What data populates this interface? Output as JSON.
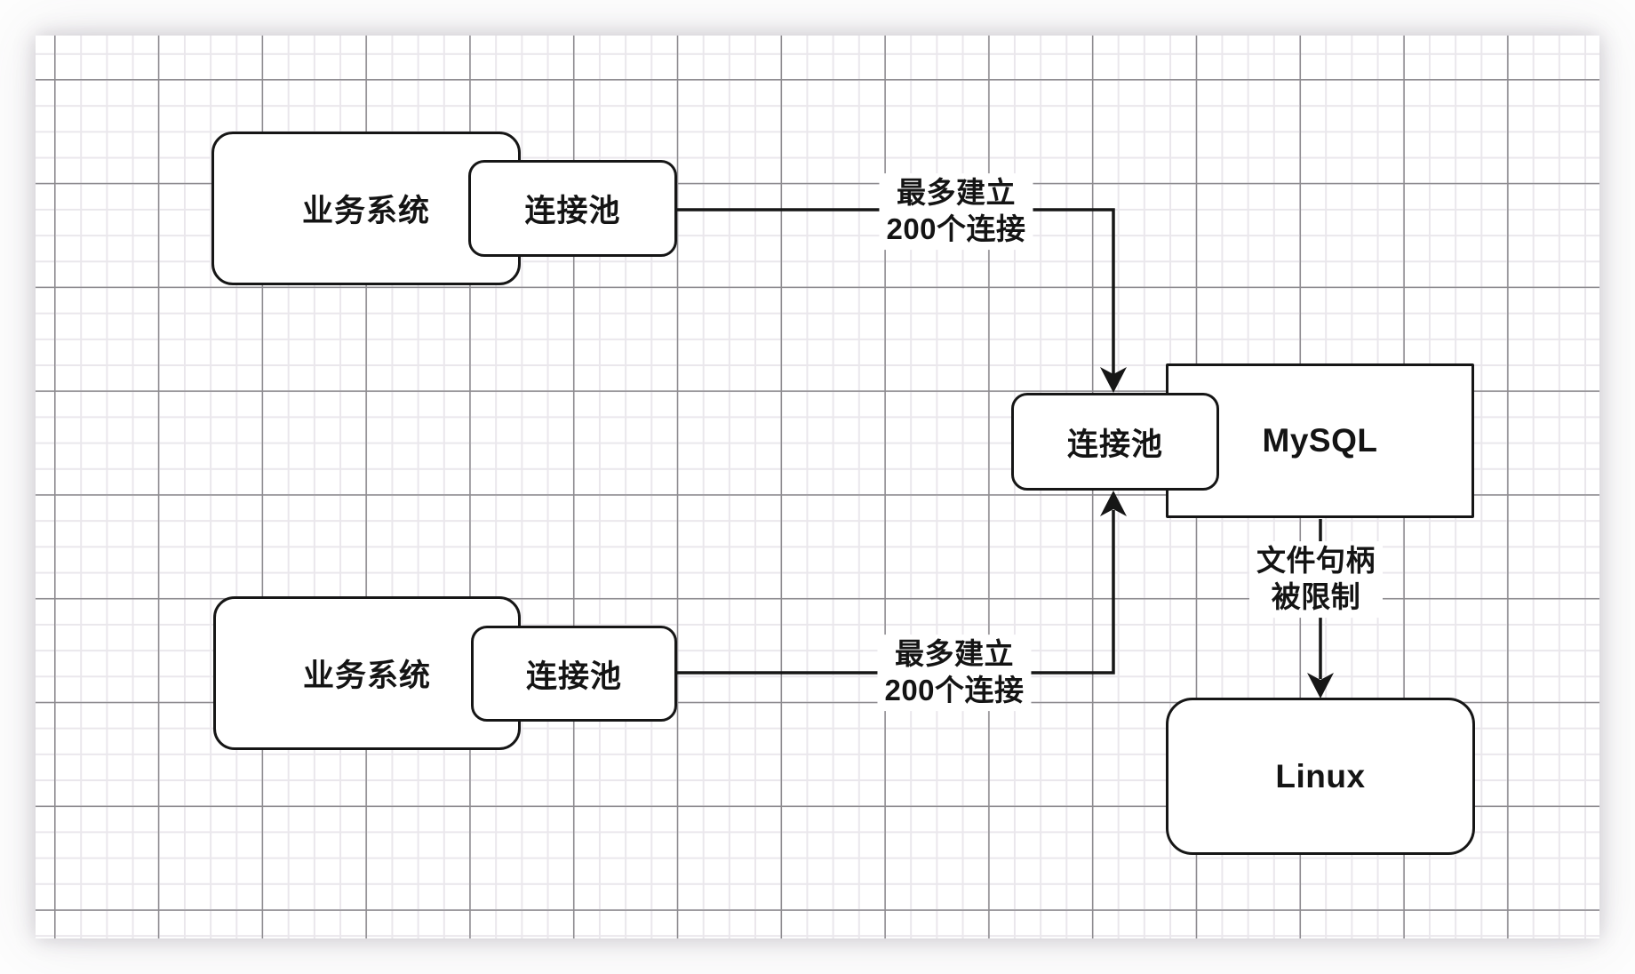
{
  "diagram": {
    "title": "connection-pool-architecture",
    "nodes": {
      "biz_top": {
        "label": "业务系统"
      },
      "pool_top": {
        "label": "连接池"
      },
      "biz_bottom": {
        "label": "业务系统"
      },
      "pool_bottom": {
        "label": "连接池"
      },
      "pool_center": {
        "label": "连接池"
      },
      "mysql": {
        "label": "MySQL"
      },
      "linux": {
        "label": "Linux"
      }
    },
    "edge_labels": {
      "top": {
        "line1": "最多建立",
        "line2": "200个连接"
      },
      "bottom": {
        "line1": "最多建立",
        "line2": "200个连接"
      },
      "mysql_linux": {
        "line1": "文件句柄",
        "line2": "被限制"
      }
    },
    "colors": {
      "stroke": "#161616",
      "node_fill": "#ffffff",
      "grid_minor": "#eae7ec",
      "grid_major": "#8d8b8f",
      "canvas_bg": "#ffffff"
    }
  }
}
